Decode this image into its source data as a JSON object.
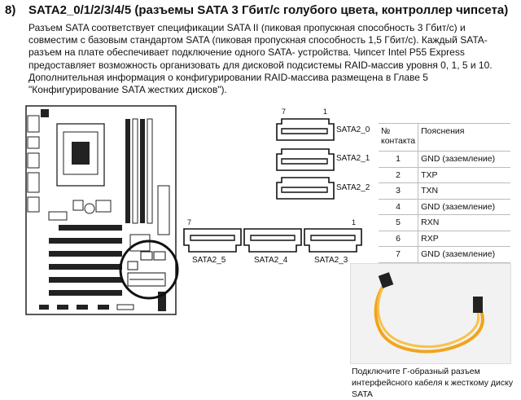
{
  "section": {
    "number": "8)",
    "title": "SATA2_0/1/2/3/4/5 (разъемы SATA 3 Гбит/с голубого цвета, контроллер чипсета)",
    "paragraph": "Разъем SATA соответствует спецификации SATA II (пиковая пропускная способность 3 Гбит/с) и совместим с базовым стандартом SATA (пиковая пропускная способность 1,5 Гбит/с). Каждый SATA-разъем на плате обеспечивает подключение одного SATA- устройства. Чипсет Intel P55 Express предоставляет возможность организовать для дисковой подсистемы RAID-массив уровня 0, 1, 5 и 10. Дополнительная информация о конфигурировании RAID-массива размещена в Главе 5 \"Конфигурирование SATA жестких дисков\")."
  },
  "connectors": {
    "top_pin_left": "7",
    "top_pin_right": "1",
    "bottom_pin_left": "7",
    "bottom_pin_right": "1",
    "labels": [
      "SATA2_0",
      "SATA2_1",
      "SATA2_2",
      "SATA2_5",
      "SATA2_4",
      "SATA2_3"
    ]
  },
  "pin_table": {
    "header_num": "№ контакта",
    "header_desc": "Пояснения",
    "rows": [
      {
        "num": "1",
        "desc": "GND (заземление)"
      },
      {
        "num": "2",
        "desc": "TXP"
      },
      {
        "num": "3",
        "desc": "TXN"
      },
      {
        "num": "4",
        "desc": "GND (заземление)"
      },
      {
        "num": "5",
        "desc": "RXN"
      },
      {
        "num": "6",
        "desc": "RXP"
      },
      {
        "num": "7",
        "desc": "GND (заземление)"
      }
    ]
  },
  "photo": {
    "caption": "Подключите Г-образный разъем интерфейсного кабеля к жесткому диску SATA"
  }
}
